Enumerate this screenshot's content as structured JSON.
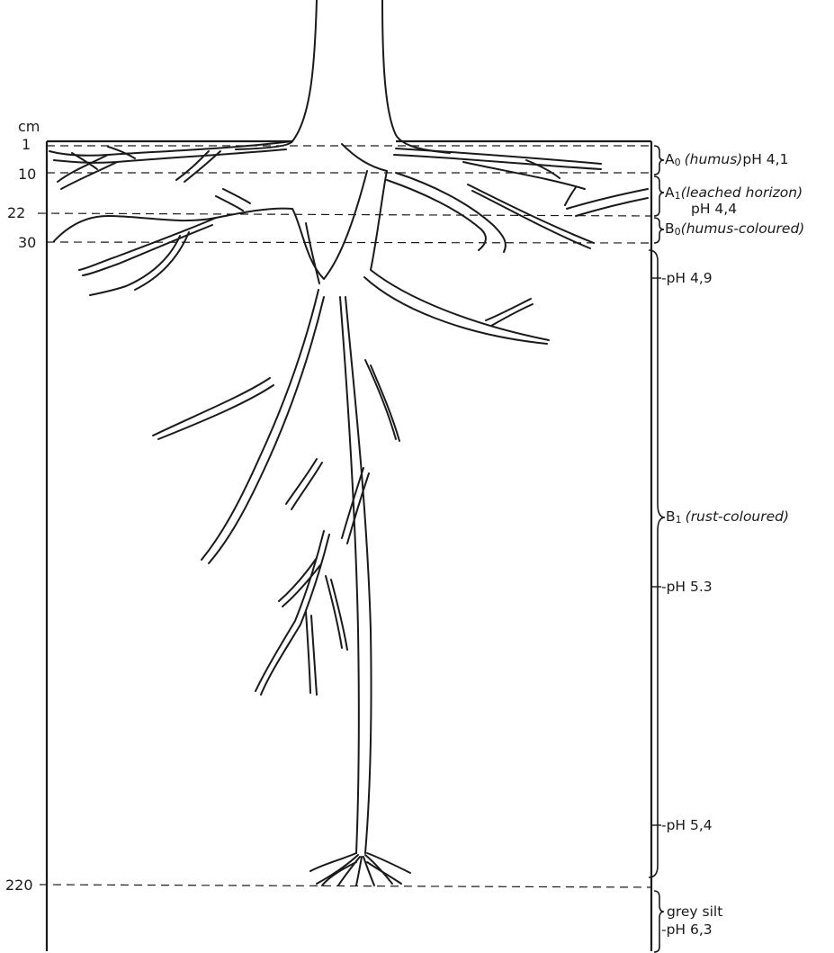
{
  "depth_scale": {
    "unit": "cm",
    "marks": [
      "1",
      "10",
      "22",
      "30",
      "220"
    ]
  },
  "horizons": [
    {
      "name": "A",
      "sub": "0",
      "desc": "(humus)",
      "ph": "pH 4,1"
    },
    {
      "name": "A",
      "sub": "1",
      "desc": "(leached horizon)",
      "ph": "pH 4,4"
    },
    {
      "name": "B",
      "sub": "0",
      "desc": "(humus-coloured)"
    },
    {
      "name": "B",
      "sub": "1",
      "desc": "(rust-coloured)"
    },
    {
      "name": "grey silt"
    }
  ],
  "ph_markers": [
    "-pH 4,9",
    "-pH 5.3",
    "-pH 5,4",
    "-pH 6,3"
  ]
}
